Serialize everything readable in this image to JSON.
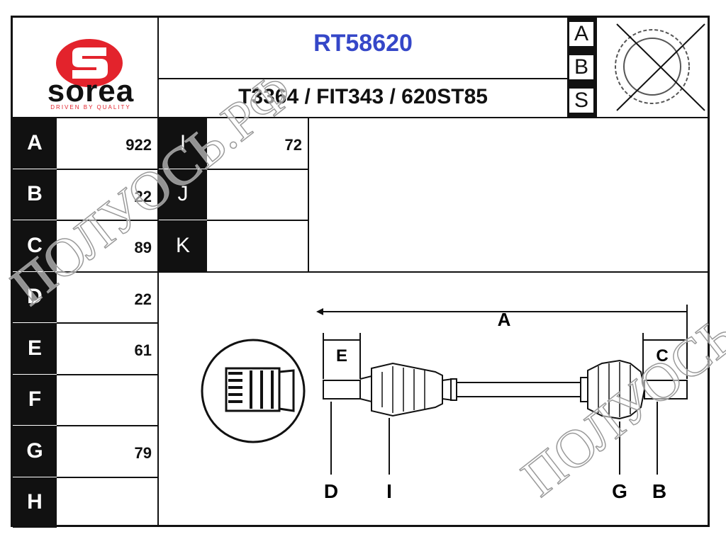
{
  "brand": {
    "name": "sorea",
    "tagline": "DRIVEN BY QUALITY",
    "color": "#e3232c"
  },
  "header": {
    "part_number": "RT58620",
    "part_number_color": "#3547c8",
    "cross_refs": "T3364 / FIT343 / 620ST85",
    "abs_letters": [
      "A",
      "B",
      "S"
    ]
  },
  "specs_left": [
    {
      "label": "A",
      "value": "922"
    },
    {
      "label": "B",
      "value": "22"
    },
    {
      "label": "C",
      "value": "89"
    },
    {
      "label": "D",
      "value": "22"
    },
    {
      "label": "E",
      "value": "61"
    },
    {
      "label": "F",
      "value": ""
    },
    {
      "label": "G",
      "value": "79"
    },
    {
      "label": "H",
      "value": ""
    }
  ],
  "specs_right": [
    {
      "label": "I",
      "value": "72"
    },
    {
      "label": "J",
      "value": ""
    },
    {
      "label": "K",
      "value": ""
    }
  ],
  "drawing_labels": {
    "A": "A",
    "E": "E",
    "C": "C",
    "D": "D",
    "I": "I",
    "G": "G",
    "B": "B"
  },
  "watermark": "ПОЛУОСЬ.РФ"
}
